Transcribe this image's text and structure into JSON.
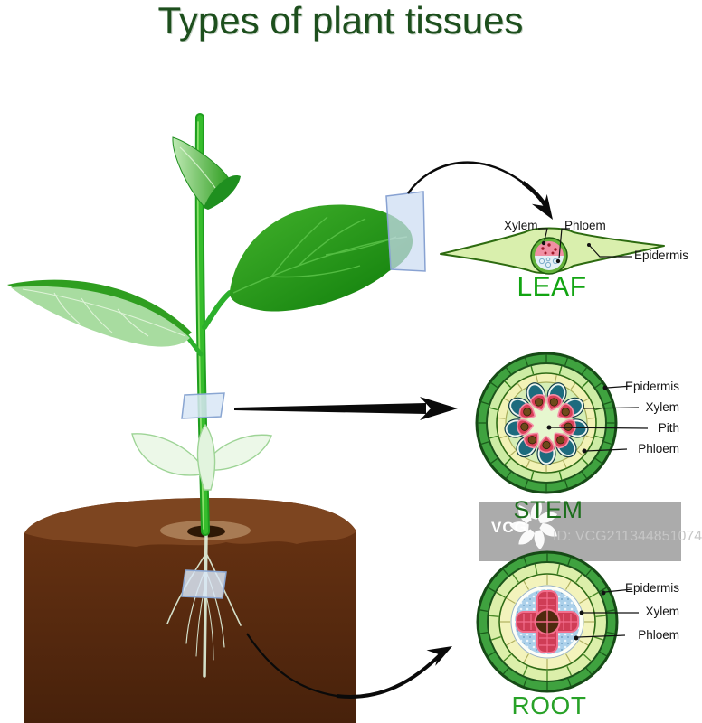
{
  "title": "Types of plant tissues",
  "sections": {
    "leaf": {
      "name": "LEAF",
      "labels": {
        "xylem": "Xylem",
        "phloem": "Phloem",
        "epidermis": "Epidermis"
      }
    },
    "stem": {
      "name": "STEM",
      "labels": {
        "epidermis": "Epidermis",
        "xylem": "Xylem",
        "pith": "Pith",
        "phloem": "Phloem"
      }
    },
    "root": {
      "name": "ROOT",
      "labels": {
        "epidermis": "Epidermis",
        "xylem": "Xylem",
        "phloem": "Phloem"
      }
    }
  },
  "watermark": {
    "logo": "VCG",
    "id": "ID: VCG211344851074"
  },
  "colors": {
    "title_green": "#1d4f1d",
    "leaf_title_green": "#12a412",
    "stem_title_green": "#1c6e1c",
    "root_title_green": "#28a228",
    "leaf_blade_fill": "#d9efad",
    "cross_section_ring_green": "#3fa23f",
    "xylem_red": "#d84058",
    "phloem_teal": "#1d6b7e",
    "soil_brown": "#5e2c10",
    "stem_green": "#2eb82e",
    "cut_plane_blue": "#ccdcf2",
    "watermark_band_gray": "#ababab",
    "watermark_id_gray": "#c6c6c6"
  }
}
